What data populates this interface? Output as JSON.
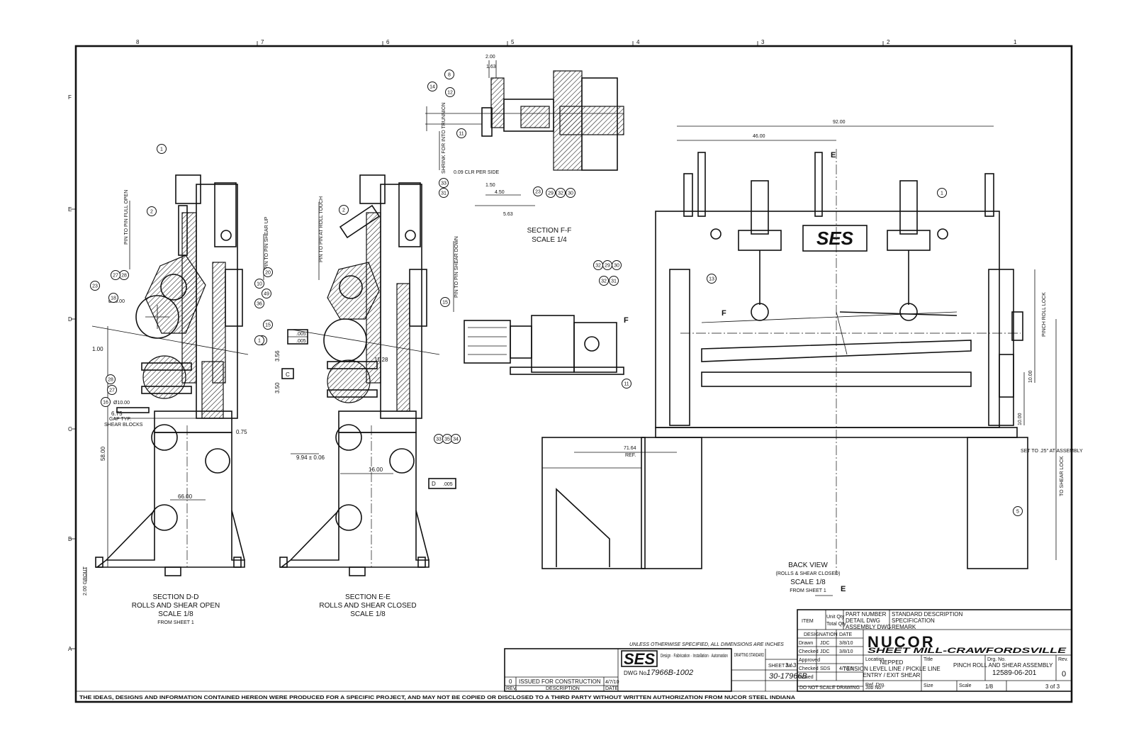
{
  "sections": {
    "d": {
      "title": "SECTION D-D",
      "line2": "ROLLS AND SHEAR OPEN",
      "scale": "SCALE 1/8",
      "from": "FROM SHEET 1"
    },
    "e": {
      "title": "SECTION E-E",
      "line2": "ROLLS AND SHEAR CLOSED",
      "scale": "SCALE 1/8"
    },
    "f": {
      "title": "SECTION F-F",
      "scale": "SCALE 1/4"
    },
    "back": {
      "title": "BACK VIEW",
      "line2": "(ROLLS & SHEAR CLOSED)",
      "scale": "SCALE 1/8",
      "from": "FROM SHEET 1"
    }
  },
  "dimensions": {
    "d1": "92.00",
    "d2": "46.00",
    "d3": "71.64",
    "d3b": "REF.",
    "d4": "10.00",
    "d5": "58.00",
    "d6": "66.00",
    "d7": "2.00",
    "d8": "1.63",
    "d9": "4.50",
    "d10": "5.63",
    "d11": "1.50",
    "d12": "9.94 ± 0.06",
    "d13": "16.00",
    "d14": "6.75",
    "d15": "0.75",
    "d16": "10.00",
    "d17": "1.00",
    "d18": "3.56",
    "d19": "3.50",
    "d20": "11.28"
  },
  "notes": {
    "gap": "GAP TYP.",
    "shear_blocks": "SHEAR BLOCKS",
    "dia1": "Ø10.00",
    "dia2": "Ø10.00",
    "pin_open": "PIN TO PIN FULL OPEN",
    "pin_touch": "PIN TO PIN AT ROLL TOUCH",
    "shear_up": "PIN TO PIN SHEAR UP",
    "shear_down": "PIN TO PIN SHEAR DOWN",
    "pinch_roll_lock": "PINCH ROLL LOCK",
    "shear_lock": "TO SHEAR LOCK",
    "set_to": "SET TO .25\" AT ASSEMBLY",
    "grout": "2.00 GROUT",
    "clr": "0.09 CLR PER SIDE",
    "shrink": "SHRINK FOR INTO TRUNNION",
    "tol1": ".005",
    "tol2": ".005",
    "tol3": ".005",
    "box_c": "C",
    "box_d": "D"
  },
  "section_marks": {
    "e_top": "E",
    "e_bottom": "E",
    "f_left": "F",
    "f_right": "F"
  },
  "bubbles_d": [
    "1",
    "2",
    "28",
    "27",
    "23",
    "18",
    "28",
    "27",
    "16",
    "10",
    "36",
    "15",
    "1",
    "49",
    "20",
    "1"
  ],
  "bubbles_e": [
    "2",
    "15",
    "33",
    "35",
    "34"
  ],
  "bubbles_f": [
    "8",
    "14",
    "12",
    "11",
    "33",
    "31",
    "23",
    "29",
    "32",
    "30"
  ],
  "bubbles_back": [
    "32",
    "29",
    "30",
    "32",
    "31",
    "13",
    "11",
    "1",
    "5"
  ],
  "logo": "SES",
  "title_block": {
    "general_note": "UNLESS OTHERWISE SPECIFIED, ALL DIMENSIONS ARE INCHES",
    "dwg_prefix": "DWG No.",
    "dwg_no": "17966B-1002",
    "sheet_label": "SHEET No.",
    "sheet_no": "3 / 3",
    "job_no": "30-17966B",
    "rev_no": "0",
    "rev_desc": "ISSUED FOR CONSTRUCTION",
    "rev_date": "4/7/10",
    "rev_hdr": [
      "REV.",
      "DESCRIPTION",
      "DATE"
    ],
    "item": "ITEM",
    "qty1": "Unit Qty",
    "qty2": "Total Qty",
    "part_col1": [
      "PART NUMBER",
      "DETAIL DWG",
      "ASSEMBLY DWG"
    ],
    "part_col2": [
      "STANDARD DESCRIPTION",
      "SPECIFICATION",
      "REMARK"
    ],
    "customer": "NUCOR",
    "customer_sub": "SHEET MILL-CRAWFORDSVILLE",
    "desig_hdr": [
      "DESIGNATION",
      "DATE"
    ],
    "sign_rows": [
      {
        "role": "Drawn",
        "name": "JDC",
        "date": "3/8/10"
      },
      {
        "role": "Checked",
        "name": "JDC",
        "date": "3/8/10"
      },
      {
        "role": "Approved",
        "name": "",
        "date": ""
      },
      {
        "role": "Checked",
        "name": "SDS",
        "date": "4/7/10"
      },
      {
        "role": "Issued",
        "name": "",
        "date": ""
      }
    ],
    "location_label": "Location",
    "location": [
      "NEPPED",
      "TENSION LEVEL LINE / PICKLE LINE",
      "ENTRY / EXIT SHEAR"
    ],
    "title_label": "Title",
    "title": "PINCH ROLL AND SHEAR ASSEMBLY",
    "ref_label": "Ref. Drg.",
    "drg_label": "Drg. No.",
    "drg_no": "12589-06-201",
    "rev_label": "Rev.",
    "rev": "0",
    "job_label": "Job No.",
    "size_label": "Size",
    "scale_label": "Scale",
    "scale": "1/8",
    "sheet_foot": "3 of 3",
    "do_not_scale": "DO NOT SCALE DRAWING",
    "stamp": "DRAFTING STANDARD",
    "ses_tag": "Design · Fabrication · Installation · Automation"
  },
  "footer": "THE IDEAS, DESIGNS AND INFORMATION CONTAINED HEREON WERE PRODUCED FOR A SPECIFIC PROJECT, AND MAY NOT BE COPIED OR DISCLOSED TO A THIRD PARTY WITHOUT WRITTEN AUTHORIZATION FROM NUCOR STEEL INDIANA",
  "border_zones_top": [
    "8",
    "7",
    "6",
    "5",
    "4",
    "3",
    "2",
    "1"
  ],
  "border_zones_left": [
    "F",
    "E",
    "D",
    "C",
    "B",
    "A"
  ]
}
